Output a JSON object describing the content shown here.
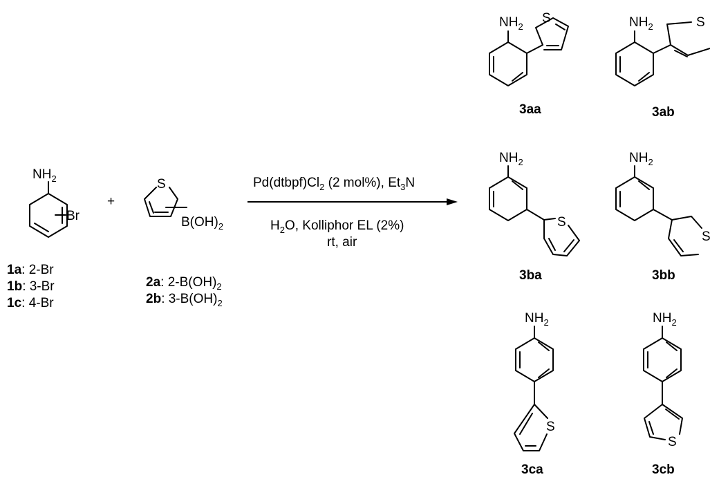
{
  "atoms": {
    "nh2_n": "NH",
    "nh2_sub": "2",
    "sulfur": "S",
    "br": "Br",
    "boh_prefix": "B(OH)",
    "boh_sub": "2"
  },
  "reactants": {
    "bromoaniline": {
      "variants": [
        {
          "id": "1a",
          "text": ": 2-Br"
        },
        {
          "id": "1b",
          "text": ": 3-Br"
        },
        {
          "id": "1c",
          "text": ": 4-Br"
        }
      ]
    },
    "plus": "+",
    "thiopheneboronic": {
      "variants": [
        {
          "id": "2a",
          "text": ": 2-B(OH)",
          "sub": "2"
        },
        {
          "id": "2b",
          "text": ": 3-B(OH)",
          "sub": "2"
        }
      ]
    }
  },
  "conditions": {
    "line1_a": "Pd(dtbpf)Cl",
    "line1_sub1": "2",
    "line1_b": " (2 mol%), Et",
    "line1_sub2": "3",
    "line1_c": "N",
    "line2_a": "H",
    "line2_sub": "2",
    "line2_b": "O, Kolliphor EL (2%)",
    "line3": "rt, air"
  },
  "products": [
    {
      "id": "3aa"
    },
    {
      "id": "3ab"
    },
    {
      "id": "3ba"
    },
    {
      "id": "3bb"
    },
    {
      "id": "3ca"
    },
    {
      "id": "3cb"
    }
  ]
}
